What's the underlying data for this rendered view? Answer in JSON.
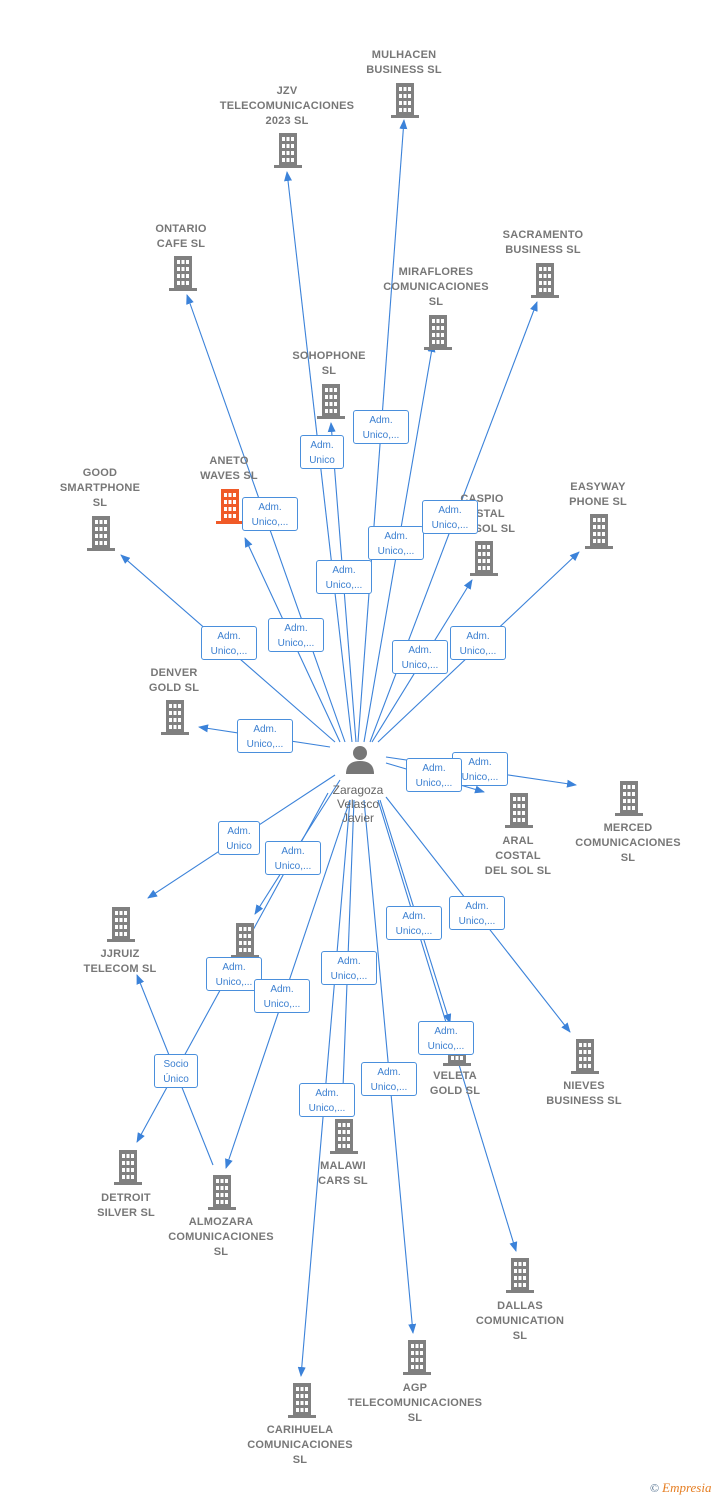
{
  "center": {
    "name": "Zaragoza\nVelasco\nJavier"
  },
  "colors": {
    "edge": "#3b82d9",
    "building": "#808080",
    "highlight": "#f05a28",
    "person": "#777777"
  },
  "companies": [
    {
      "id": "mulhacen",
      "name": "MULHACEN\nBUSINESS  SL"
    },
    {
      "id": "jzv",
      "name": "JZV\nTELECOMUNICACIONES\n2023  SL"
    },
    {
      "id": "ontario",
      "name": "ONTARIO\nCAFE  SL"
    },
    {
      "id": "sacramento",
      "name": "SACRAMENTO\nBUSINESS  SL"
    },
    {
      "id": "miraflores",
      "name": "MIRAFLORES\nCOMUNICACIONES\nSL"
    },
    {
      "id": "sohophone",
      "name": "SOHOPHONE\nSL"
    },
    {
      "id": "aneto",
      "name": "ANETO\nWAVES  SL",
      "highlight": true
    },
    {
      "id": "good",
      "name": "GOOD\nSMARTPHONE\nSL"
    },
    {
      "id": "caspio",
      "name": "CASPIO\nCOSTAL\nDEL SOL  SL"
    },
    {
      "id": "easyway",
      "name": "EASYWAY\nPHONE  SL"
    },
    {
      "id": "denver",
      "name": "DENVER\nGOLD  SL"
    },
    {
      "id": "aral",
      "name": "ARAL\nCOSTAL\nDEL SOL  SL"
    },
    {
      "id": "merced",
      "name": "MERCED\nCOMUNICACIONES\nSL"
    },
    {
      "id": "jjruiz",
      "name": "JJRUIZ\nTELECOM  SL"
    },
    {
      "id": "unnamed",
      "name": ""
    },
    {
      "id": "veleta",
      "name": "VELETA\nGOLD  SL"
    },
    {
      "id": "nieves",
      "name": "NIEVES\nBUSINESS  SL"
    },
    {
      "id": "detroit",
      "name": "DETROIT\nSILVER  SL"
    },
    {
      "id": "almozara",
      "name": "ALMOZARA\nCOMUNICACIONES\nSL"
    },
    {
      "id": "malawi",
      "name": "MALAWI\nCARS  SL"
    },
    {
      "id": "dallas",
      "name": "DALLAS\nCOMUNICATION\nSL"
    },
    {
      "id": "agp",
      "name": "AGP\nTELECOMUNICACIONES\nSL"
    },
    {
      "id": "carihuela",
      "name": "CARIHUELA\nCOMUNICACIONES\nSL"
    }
  ],
  "relations": [
    {
      "id": "r-mulhacen",
      "label": "Adm.\nUnico,..."
    },
    {
      "id": "r-jzv",
      "label": "Adm.\nUnico,..."
    },
    {
      "id": "r-ontario",
      "label": "Adm.\nUnico,..."
    },
    {
      "id": "r-sacramento",
      "label": "Adm.\nUnico,..."
    },
    {
      "id": "r-miraflores",
      "label": "Adm.\nUnico,..."
    },
    {
      "id": "r-sohophone",
      "label": "Adm.\nUnico"
    },
    {
      "id": "r-aneto",
      "label": "Adm.\nUnico,..."
    },
    {
      "id": "r-good",
      "label": "Adm.\nUnico,..."
    },
    {
      "id": "r-caspio",
      "label": "Adm.\nUnico,..."
    },
    {
      "id": "r-easyway",
      "label": "Adm.\nUnico,..."
    },
    {
      "id": "r-denver",
      "label": "Adm.\nUnico,..."
    },
    {
      "id": "r-merced",
      "label": "Adm.\nUnico,..."
    },
    {
      "id": "r-aral",
      "label": "Adm.\nUnico,..."
    },
    {
      "id": "r-jjruiz",
      "label": "Adm.\nUnico"
    },
    {
      "id": "r-unnamed",
      "label": "Adm.\nUnico,..."
    },
    {
      "id": "r-veleta",
      "label": "Adm.\nUnico,..."
    },
    {
      "id": "r-nieves",
      "label": "Adm.\nUnico,..."
    },
    {
      "id": "r-detroit",
      "label": "Adm.\nUnico,..."
    },
    {
      "id": "r-almozara",
      "label": "Adm.\nUnico,..."
    },
    {
      "id": "r-malawi",
      "label": "Adm.\nUnico,..."
    },
    {
      "id": "r-dallas",
      "label": "Adm.\nUnico,..."
    },
    {
      "id": "r-agp",
      "label": "Adm.\nUnico,..."
    },
    {
      "id": "r-carihuela",
      "label": "Adm.\nUnico,..."
    },
    {
      "id": "r-socio",
      "label": "Socio\nÚnico"
    }
  ],
  "copyright": {
    "symbol": "©",
    "brand": "Empresia"
  }
}
